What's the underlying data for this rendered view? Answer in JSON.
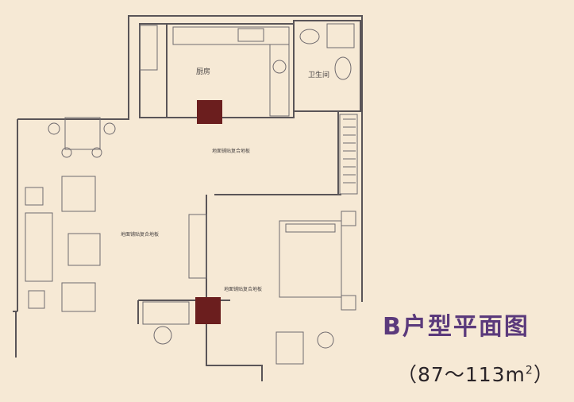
{
  "title": "B户型平面图",
  "area": {
    "open": "（",
    "range": "87～113m",
    "sup": "2",
    "close": "）"
  },
  "rooms": {
    "kitchen": "厨房",
    "bathroom": "卫生间"
  },
  "floor_notes": {
    "note_1": "地面铺贴复合地板",
    "note_2": "地面铺贴复合地板",
    "note_3": "地面铺贴复合地板"
  },
  "colors": {
    "background": "#f6e9d5",
    "walls": "#5a5558",
    "accent_block": "#6b1e1e",
    "title": "#5b3a7c"
  }
}
